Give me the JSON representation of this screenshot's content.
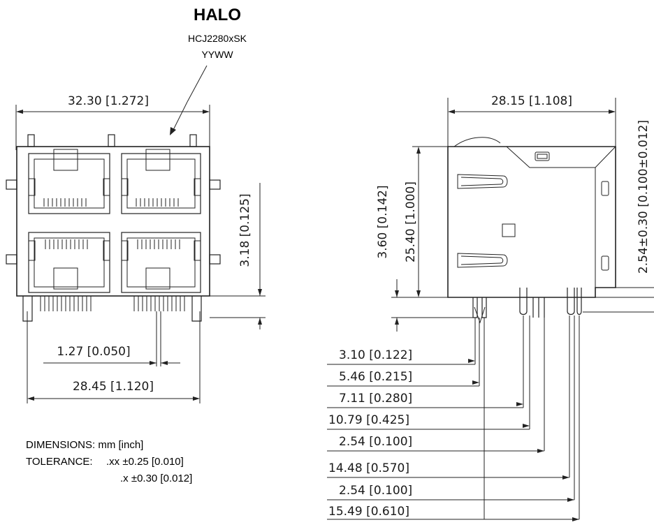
{
  "marking": {
    "brand": "HALO",
    "part_number": "HCJ2280xSK",
    "date_code": "YYWW"
  },
  "front_view": {
    "overall_width": "32.30  [1.272]",
    "pin_pitch": "1.27  [0.050]",
    "pin_span": "28.45  [1.120]",
    "standoff": "3.18  [0.125]"
  },
  "side_view": {
    "depth": "28.15  [1.108]",
    "body_height": "25.40  [1.000]",
    "peg_length": "3.60  [0.142]",
    "pin_offset": "2.54±0.30  [0.100±0.012]",
    "pin_positions": [
      "3.10  [0.122]",
      "5.46  [0.215]",
      "7.11  [0.280]",
      "10.79  [0.425]",
      "2.54  [0.100]",
      "14.48  [0.570]",
      "2.54  [0.100]",
      "15.49  [0.610]"
    ]
  },
  "notes": {
    "units": "DIMENSIONS: mm [inch]",
    "tolerance_label": "TOLERANCE:",
    "tol_xx": ".xx  ±0.25 [0.010]",
    "tol_x": ".x ±0.30 [0.012]"
  }
}
